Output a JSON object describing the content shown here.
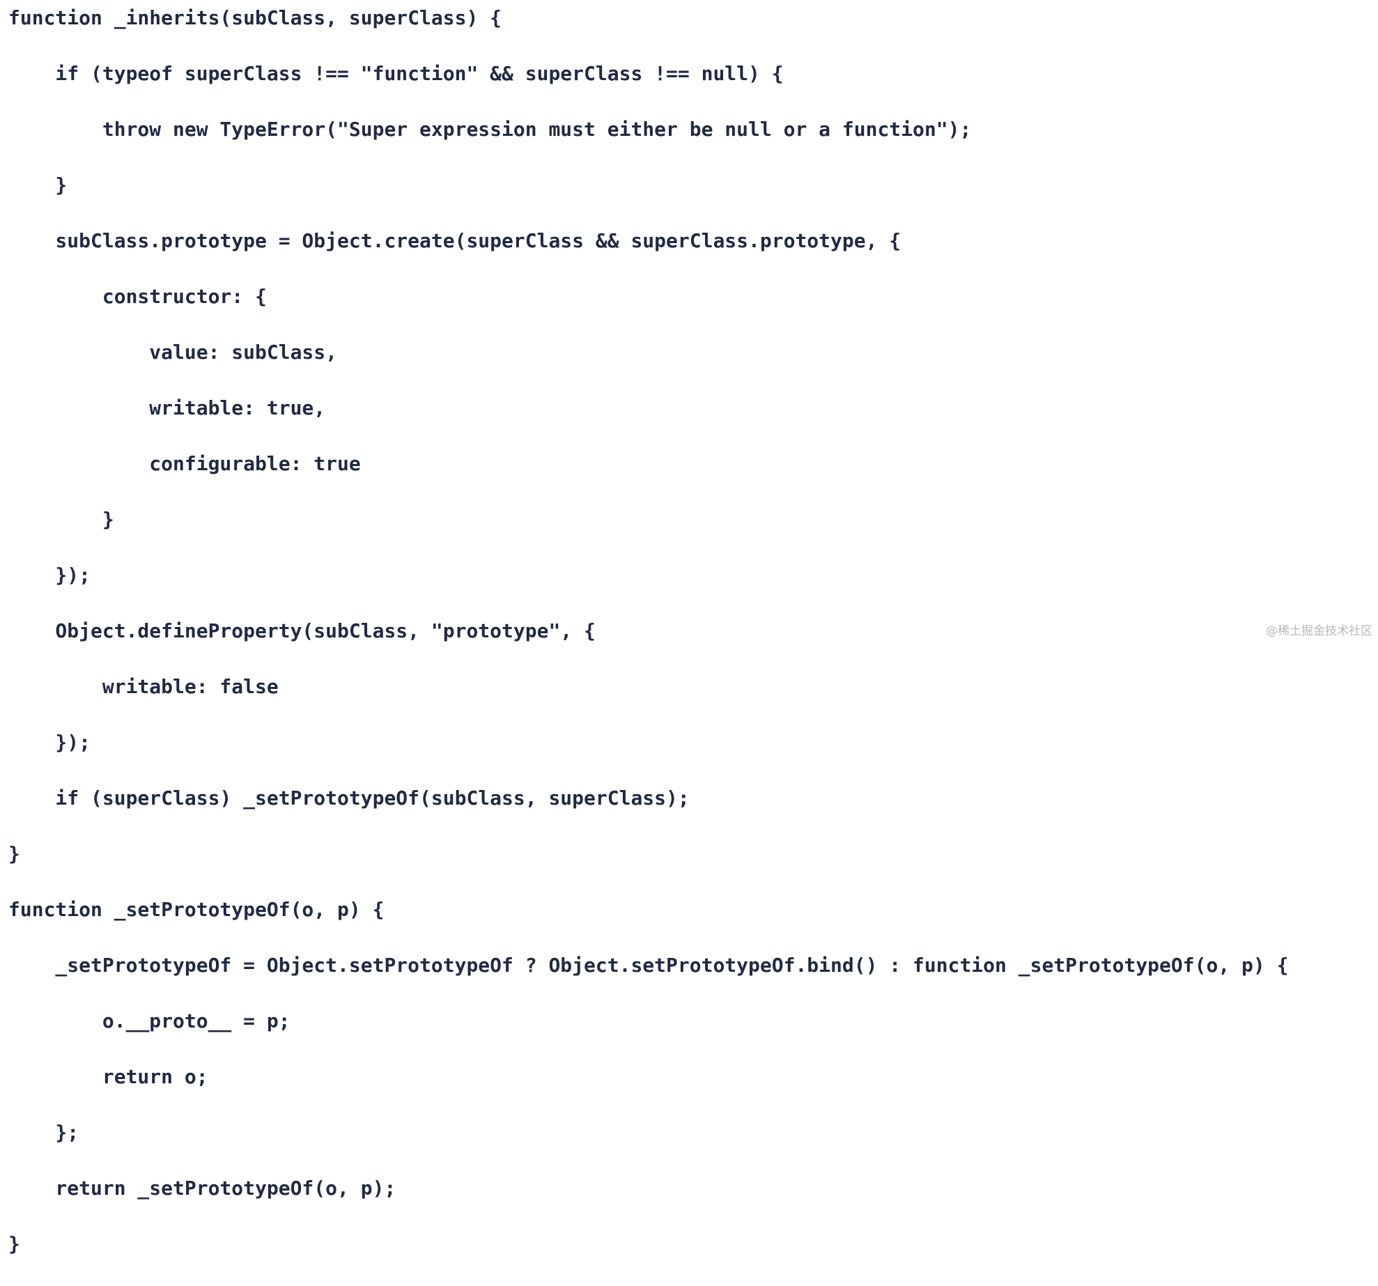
{
  "code": {
    "lines": [
      "function _inherits(subClass, superClass) {",
      "    if (typeof superClass !== \"function\" && superClass !== null) {",
      "        throw new TypeError(\"Super expression must either be null or a function\");",
      "    }",
      "    subClass.prototype = Object.create(superClass && superClass.prototype, {",
      "        constructor: {",
      "            value: subClass,",
      "            writable: true,",
      "            configurable: true",
      "        }",
      "    });",
      "    Object.defineProperty(subClass, \"prototype\", {",
      "        writable: false",
      "    });",
      "    if (superClass) _setPrototypeOf(subClass, superClass);",
      "}",
      "function _setPrototypeOf(o, p) {",
      "    _setPrototypeOf = Object.setPrototypeOf ? Object.setPrototypeOf.bind() : function _setPrototypeOf(o, p) {",
      "        o.__proto__ = p;",
      "        return o;",
      "    };",
      "    return _setPrototypeOf(o, p);",
      "}"
    ]
  },
  "watermark": {
    "text": "@稀土掘金技术社区"
  },
  "colors": {
    "code_text": "#1f2a44",
    "watermark": "#b8b8b8",
    "background": "#ffffff"
  }
}
